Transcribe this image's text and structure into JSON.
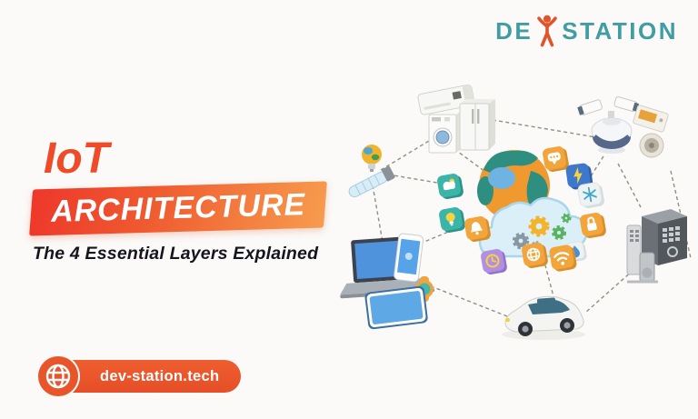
{
  "logo": {
    "prefix": "DE",
    "suffix": "STATION"
  },
  "headline": {
    "kicker": "IoT",
    "title": "ARCHITECTURE",
    "subtitle": "The 4 Essential Layers Explained"
  },
  "footer": {
    "url": "dev-station.tech"
  },
  "colors": {
    "accent_red": "#ee372b",
    "accent_orange": "#f79c4e",
    "kicker_orange": "#ee4b28",
    "brand_teal": "#3f9da3",
    "brand_figure_orange": "#e0542b",
    "badge_orange": "#e8552b",
    "subtitle_dark": "#15151d",
    "icon_orange": "#f2a53a",
    "icon_teal": "#3ab5a8",
    "icon_blue": "#3e78cc",
    "icon_purple": "#b18fe2",
    "globe_orange": "#f0992e",
    "globe_land_teal": "#2e8f80",
    "cloud_blue": "#dbeff9"
  },
  "illustration": {
    "description": "Network diagram of IoT devices linked by dashed lines around a central earth globe and a cloud filled with gears",
    "center": [
      "earth-globe",
      "cloud-computing-gears"
    ],
    "devices": [
      "air-conditioner",
      "washing-machine",
      "refrigerator",
      "security-camera-cluster",
      "thermostat-panel",
      "smart-dial",
      "smart-light-bulbs",
      "laptop",
      "smartphone",
      "smartwatch",
      "tablet",
      "smart-car",
      "smart-safe",
      "smart-door-lock"
    ],
    "app_icons": [
      "chat",
      "lightning",
      "weather",
      "light-bulb",
      "bell",
      "snowflake",
      "lock",
      "water-drop",
      "clock",
      "globe",
      "wifi"
    ]
  }
}
